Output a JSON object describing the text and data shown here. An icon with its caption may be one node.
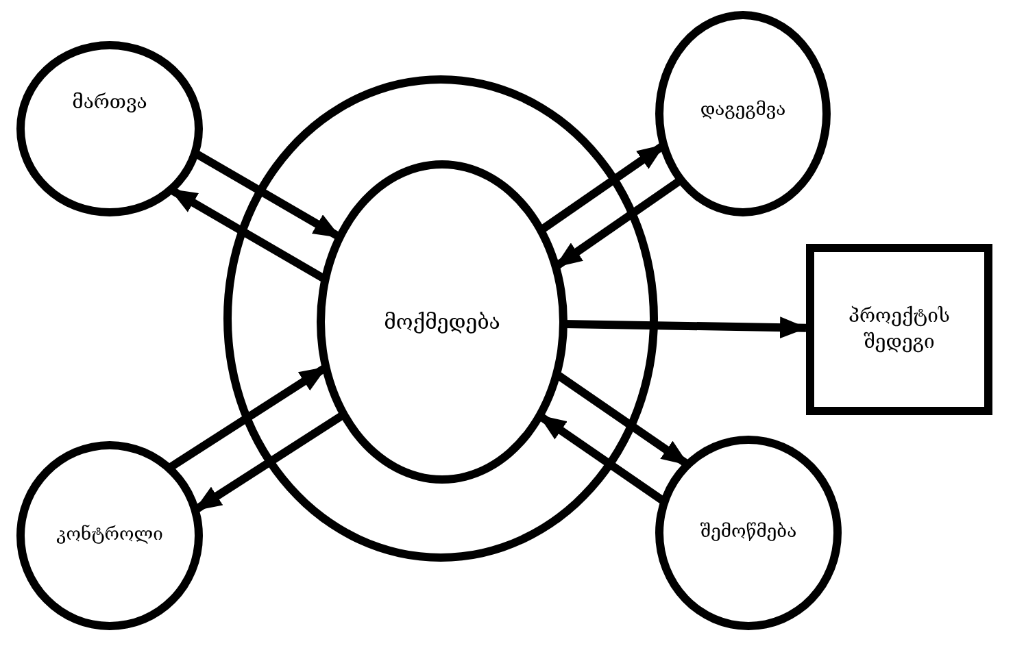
{
  "diagram": {
    "nodes": [
      {
        "text": [],
        "shape": "circle"
      },
      {
        "text": [
          "მოქმედება"
        ],
        "in": 0
      },
      {
        "text": [
          "მართვა"
        ]
      },
      {
        "text": [
          "დაგეგმვა"
        ]
      },
      {
        "text": [
          "პროექტის შედეგი"
        ]
      },
      {
        "text": [
          "კონტროლი"
        ]
      },
      {
        "text": [
          "შემოწმება"
        ]
      }
    ],
    "edges": [
      {
        "from": 2,
        "to": 1,
        "arrow": "to"
      },
      {
        "from": 1,
        "to": 2,
        "arrow": "to"
      },
      {
        "from": 1,
        "to": 3,
        "arrow": "to"
      },
      {
        "from": 3,
        "to": 1,
        "arrow": "to"
      },
      {
        "from": 1,
        "to": 4,
        "arrow": "to"
      },
      {
        "from": 5,
        "to": 1,
        "arrow": "to"
      },
      {
        "from": 1,
        "to": 5,
        "arrow": "to"
      },
      {
        "from": 1,
        "to": 6,
        "arrow": "to"
      },
      {
        "from": 6,
        "to": 1,
        "arrow": "to"
      }
    ]
  }
}
